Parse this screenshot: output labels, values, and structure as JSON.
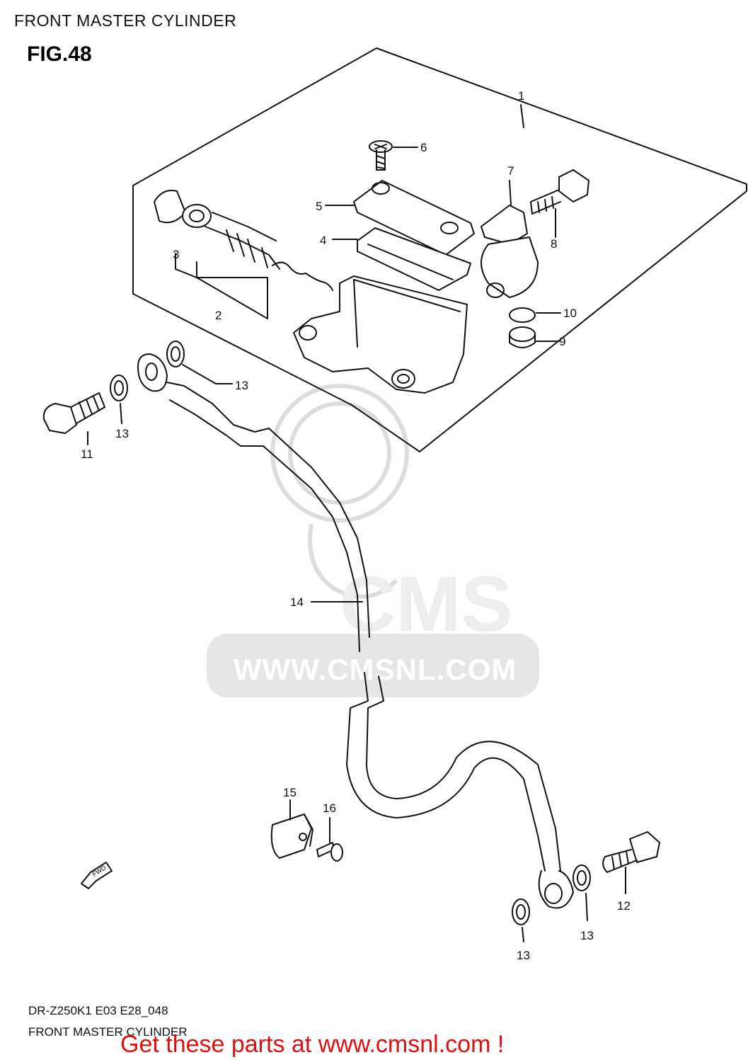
{
  "header": {
    "title": "FRONT MASTER CYLINDER",
    "figure": "FIG.48"
  },
  "callouts": [
    {
      "id": "c1",
      "text": "1"
    },
    {
      "id": "c2",
      "text": "2"
    },
    {
      "id": "c3",
      "text": "3"
    },
    {
      "id": "c4",
      "text": "4"
    },
    {
      "id": "c5",
      "text": "5"
    },
    {
      "id": "c6",
      "text": "6"
    },
    {
      "id": "c7",
      "text": "7"
    },
    {
      "id": "c8",
      "text": "8"
    },
    {
      "id": "c9",
      "text": "9"
    },
    {
      "id": "c10",
      "text": "10"
    },
    {
      "id": "c11",
      "text": "11"
    },
    {
      "id": "c12",
      "text": "12"
    },
    {
      "id": "c13a",
      "text": "13"
    },
    {
      "id": "c13b",
      "text": "13"
    },
    {
      "id": "c13c",
      "text": "13"
    },
    {
      "id": "c13d",
      "text": "13"
    },
    {
      "id": "c14",
      "text": "14"
    },
    {
      "id": "c15",
      "text": "15"
    },
    {
      "id": "c16",
      "text": "16"
    }
  ],
  "direction_arrow": "FWD",
  "watermark": {
    "brand": "CMS",
    "url": "WWW.CMSNL.COM"
  },
  "reference": {
    "code": "DR-Z250K1 E03 E28_048",
    "title": "FRONT MASTER CYLINDER"
  },
  "footer": {
    "text": "Get these parts at www.cmsnl.com !",
    "color": "#e01010"
  }
}
